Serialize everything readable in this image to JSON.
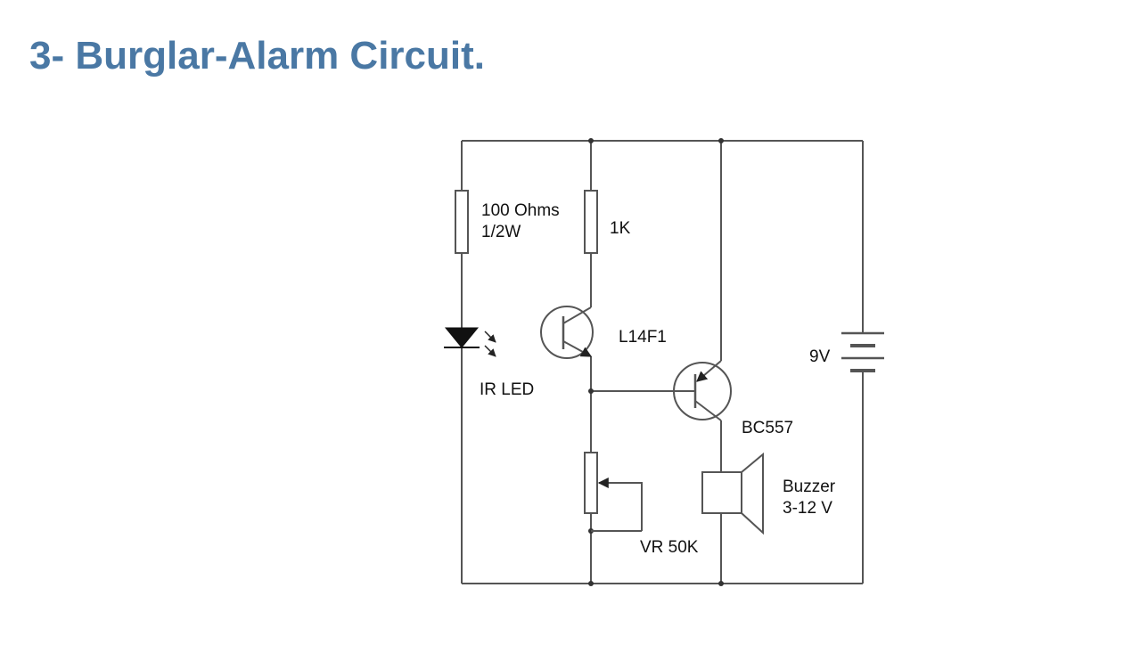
{
  "slide": {
    "title": "3- Burglar-Alarm Circuit."
  },
  "colors": {
    "title": "#4a78a4",
    "wire": "#555555",
    "text": "#111111",
    "background": "#ffffff"
  },
  "diagram": {
    "components": {
      "r1": {
        "line1": "100 Ohms",
        "line2": "1/2W"
      },
      "r2": {
        "label": "1K"
      },
      "phototransistor": {
        "label": "L14F1"
      },
      "ir_led": {
        "label": "IR LED"
      },
      "transistor": {
        "label": "BC557"
      },
      "battery": {
        "label": "9V"
      },
      "buzzer": {
        "line1": "Buzzer",
        "line2": "3-12 V"
      },
      "pot": {
        "label": "VR 50K"
      }
    }
  }
}
